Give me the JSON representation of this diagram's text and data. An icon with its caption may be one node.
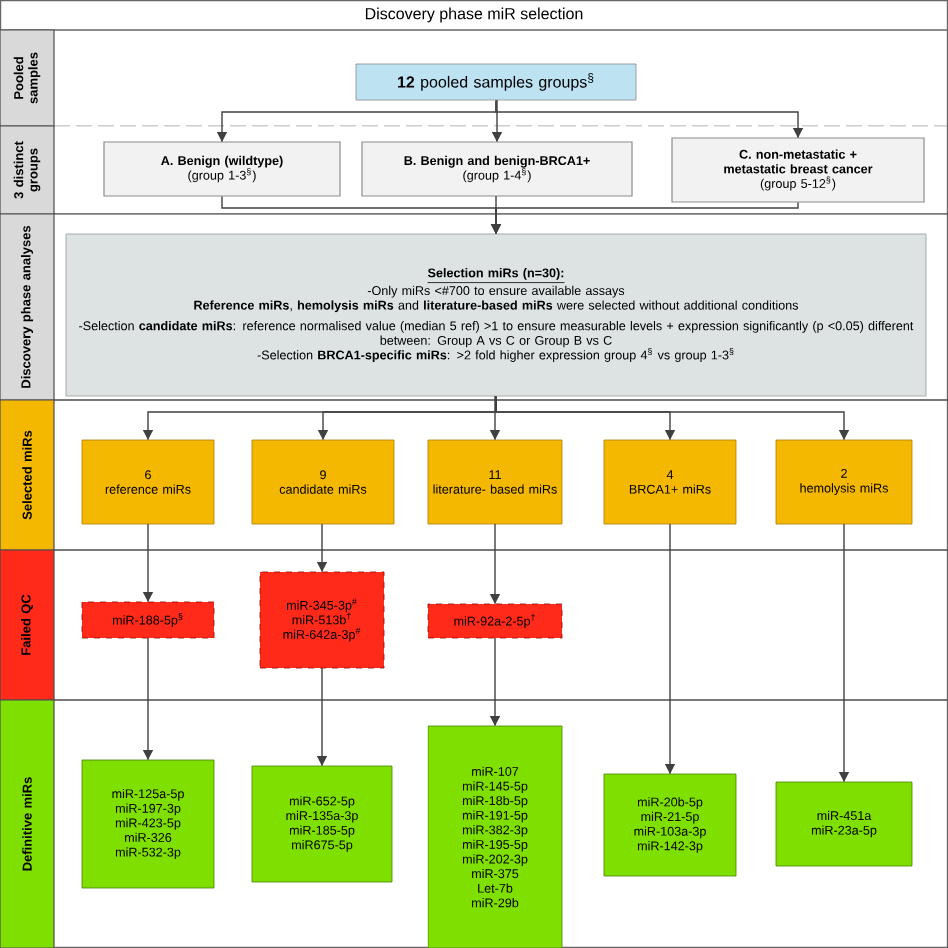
{
  "diagram": {
    "title": "Discovery phase miR selection",
    "nodes": [
      {
        "text": [
          "Pooled samples"
        ]
      },
      {
        "text": [
          "3 distinct groups"
        ]
      },
      {
        "text": [
          "Discovery phase analyses"
        ]
      },
      {
        "text": [
          "Selected miRs"
        ]
      },
      {
        "text": [
          "Failed QC"
        ]
      },
      {
        "text": [
          "Definitive miRs"
        ]
      },
      {
        "text": [
          "**12** pooled samples groups$^{§}$"
        ]
      },
      {
        "text": [
          "A. Benign (wildtype)",
          "(group 1-3$^{§}$)"
        ]
      },
      {
        "text": [
          "B. Benign and benign-BRCA1+",
          "(group 1-4$^{§}$)"
        ]
      },
      {
        "text": [
          "C. non-metastatic + metastatic breast cancer",
          "(group 5-12$^{§}$)"
        ]
      },
      {
        "text": [
          "Selection miRs (n=30):",
          "-Only miRs <#700 to ensure available assays",
          "**Reference miRs**, **hemolysis miRs** and **literature-based miRs** were selected without additional conditions",
          "-Selection **candidate miRs**: reference normalised value (median 5 ref) >1 to ensure measurable levels + expression significantly (p <0.05) different between: Group A vs C or Group B vs C",
          "-Selection **BRCA1-specific miRs**: >2 fold higher expression group 4$^{§}$ vs group 1-3$^{§}$"
        ]
      },
      {
        "text": [
          "6",
          "reference miRs"
        ]
      },
      {
        "text": [
          "9",
          "candidate miRs"
        ]
      },
      {
        "text": [
          "11",
          "literature- based miRs"
        ]
      },
      {
        "text": [
          "4",
          "BRCA1+ miRs"
        ]
      },
      {
        "text": [
          "2",
          "hemolysis miRs"
        ]
      },
      {
        "text": [
          "miR-188-5p$^{§}$"
        ]
      },
      {
        "text": [
          "miR-345-3p$^{#}$",
          "miR-513b$^{†}$",
          "miR-642a-3p$^{#}$"
        ]
      },
      {
        "text": [
          "miR-92a-2-5p$^{†}$"
        ]
      },
      {
        "text": [
          "miR-125a-5p",
          "miR-197-3p",
          "miR-423-5p",
          "miR-326",
          "miR-532-3p"
        ]
      },
      {
        "text": [
          "miR-652-5p",
          "miR-135a-3p",
          "miR-185-5p",
          "miR675-5p"
        ]
      },
      {
        "text": [
          "miR-107",
          "miR-145-5p",
          "miR-18b-5p",
          "miR-191-5p",
          "miR-382-3p",
          "miR-195-5p",
          "miR-202-3p",
          "miR-375",
          "Let-7b",
          "miR-29b"
        ]
      },
      {
        "text": [
          "miR-20b-5p",
          "miR-21-5p",
          "miR-103a-3p",
          "miR-142-3p"
        ]
      },
      {
        "text": [
          "miR-451a",
          "miR-23a-5p"
        ]
      }
    ],
    "edges": [
      {
        "from": 6,
        "to": 7,
        "arrow": "to"
      },
      {
        "from": 6,
        "to": 8,
        "arrow": "to"
      },
      {
        "from": 6,
        "to": 9,
        "arrow": "to"
      },
      {
        "from": 7,
        "to": 10,
        "arrow": "to"
      },
      {
        "from": 8,
        "to": 10,
        "arrow": "to"
      },
      {
        "from": 9,
        "to": 10,
        "arrow": "to"
      },
      {
        "from": 10,
        "to": 11,
        "arrow": "to"
      },
      {
        "from": 10,
        "to": 12,
        "arrow": "to"
      },
      {
        "from": 10,
        "to": 13,
        "arrow": "to"
      },
      {
        "from": 10,
        "to": 14,
        "arrow": "to"
      },
      {
        "from": 10,
        "to": 15,
        "arrow": "to"
      },
      {
        "from": 11,
        "to": 16,
        "arrow": "to"
      },
      {
        "from": 12,
        "to": 17,
        "arrow": "to"
      },
      {
        "from": 13,
        "to": 18,
        "arrow": "to"
      },
      {
        "from": 16,
        "to": 19,
        "arrow": "to"
      },
      {
        "from": 17,
        "to": 20,
        "arrow": "to"
      },
      {
        "from": 18,
        "to": 21,
        "arrow": "to"
      },
      {
        "from": 14,
        "to": 22,
        "arrow": "to"
      },
      {
        "from": 15,
        "to": 23,
        "arrow": "to"
      }
    ]
  }
}
